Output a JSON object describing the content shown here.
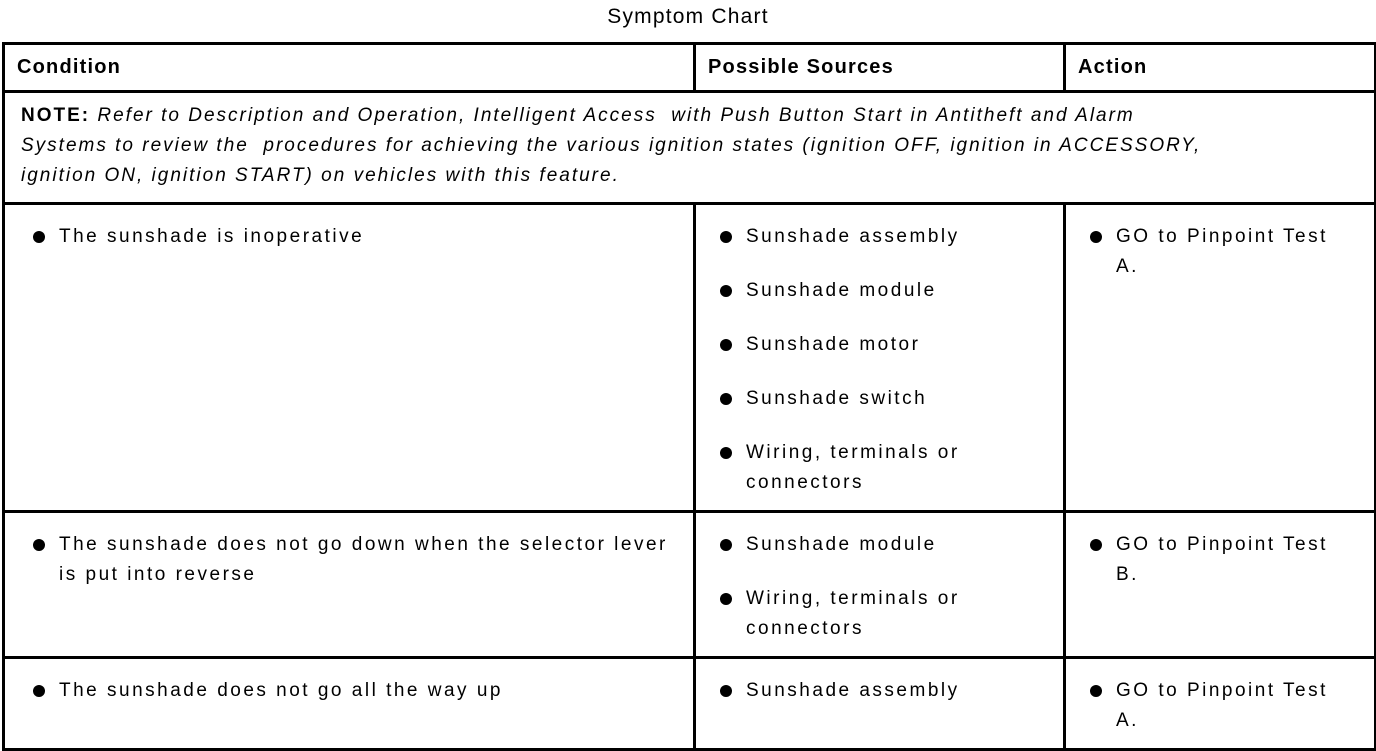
{
  "title": "Symptom Chart",
  "table": {
    "headers": {
      "condition": "Condition",
      "sources": "Possible Sources",
      "action": "Action"
    },
    "note": {
      "label": "NOTE:",
      "line1": " Refer to Description and Operation, Intelligent Access  with Push Button Start in Antitheft and Alarm",
      "line2": "Systems to review the  procedures for achieving the various ignition states (ignition OFF, ignition in ACCESSORY,",
      "line3": "ignition ON, ignition START) on vehicles with this feature."
    },
    "rows": [
      {
        "condition": [
          "The sunshade is inoperative"
        ],
        "sources": [
          "Sunshade assembly",
          "Sunshade module",
          "Sunshade motor",
          "Sunshade switch",
          "Wiring, terminals or connectors"
        ],
        "action": [
          "GO to Pinpoint Test A."
        ]
      },
      {
        "condition": [
          "The sunshade does not go down when the selector lever is put into reverse"
        ],
        "sources": [
          "Sunshade module",
          "Wiring, terminals or connectors"
        ],
        "action": [
          "GO to Pinpoint Test B."
        ]
      },
      {
        "condition": [
          "The sunshade does not go all the way up"
        ],
        "sources": [
          "Sunshade assembly"
        ],
        "action": [
          "GO to Pinpoint Test A."
        ]
      }
    ]
  }
}
